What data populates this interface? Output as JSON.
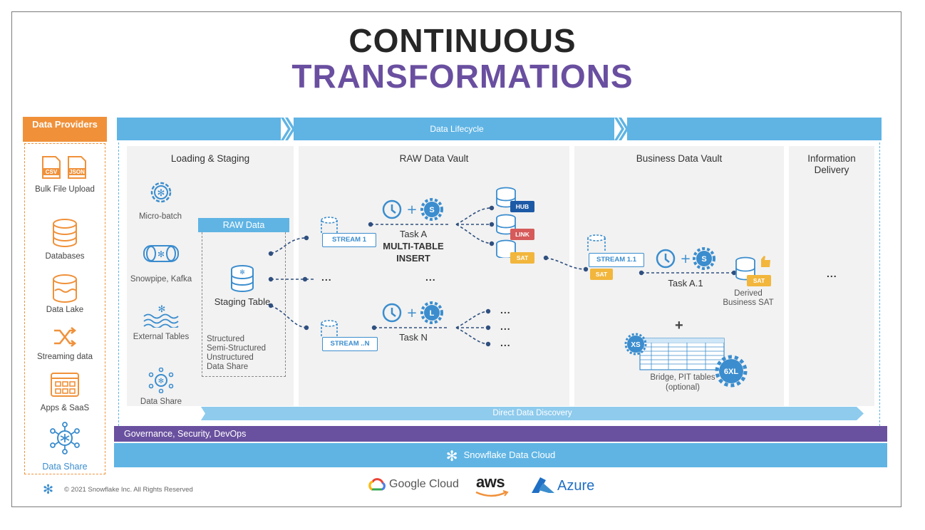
{
  "title": {
    "line1": "CONTINUOUS",
    "line2": "TRANSFORMATIONS"
  },
  "providers": {
    "header": "Data Providers",
    "items": [
      "Bulk File Upload",
      "Databases",
      "Data Lake",
      "Streaming data",
      "Apps & SaaS",
      "Data Share"
    ],
    "file_tags": [
      "CSV",
      "JSON"
    ]
  },
  "lifecycle": {
    "label": "Data Lifecycle"
  },
  "panels": {
    "loading": "Loading & Staging",
    "raw_vault": "RAW Data Vault",
    "business_vault": "Business Data Vault",
    "info_delivery": "Information Delivery"
  },
  "loading": {
    "sources": [
      "Micro-batch",
      "Snowpipe, Kafka",
      "External Tables",
      "Data Share"
    ],
    "raw_data_label": "RAW Data",
    "staging_table": "Staging Table",
    "formats": [
      "Structured",
      "Semi-Structured",
      "Unstructured",
      "Data Share"
    ]
  },
  "raw_vault": {
    "stream1": "STREAM 1",
    "streamn": "STREAM ..N",
    "task_a": "Task A",
    "multi_insert": "MULTI-TABLE INSERT",
    "task_n": "Task N",
    "targets": [
      "HUB",
      "LINK",
      "SAT"
    ],
    "ellipsis": "...",
    "ellipsis_short": "..."
  },
  "business_vault": {
    "stream": "STREAM 1.1",
    "sat": "SAT",
    "task": "Task A.1",
    "derived": "Derived Business SAT",
    "plus": "+",
    "bridge": "Bridge, PIT tables (optional)",
    "xs": "XS",
    "xl": "6XL"
  },
  "info": {
    "ellipsis": "..."
  },
  "bars": {
    "discovery": "Direct Data Discovery",
    "governance": "Governance, Security, DevOps",
    "cloud": "Snowflake Data Cloud"
  },
  "footer": {
    "copyright": "© 2021 Snowflake Inc. All Rights Reserved",
    "clouds": [
      "Google Cloud",
      "aws",
      "Azure"
    ]
  },
  "colors": {
    "blue": "#5fb4e4",
    "purple": "#6a519f",
    "orange": "#f0913a",
    "dark_blue": "#1f4f8f",
    "hub": "#1d5aa6",
    "link": "#d65a5a",
    "sat": "#f2b63c"
  }
}
